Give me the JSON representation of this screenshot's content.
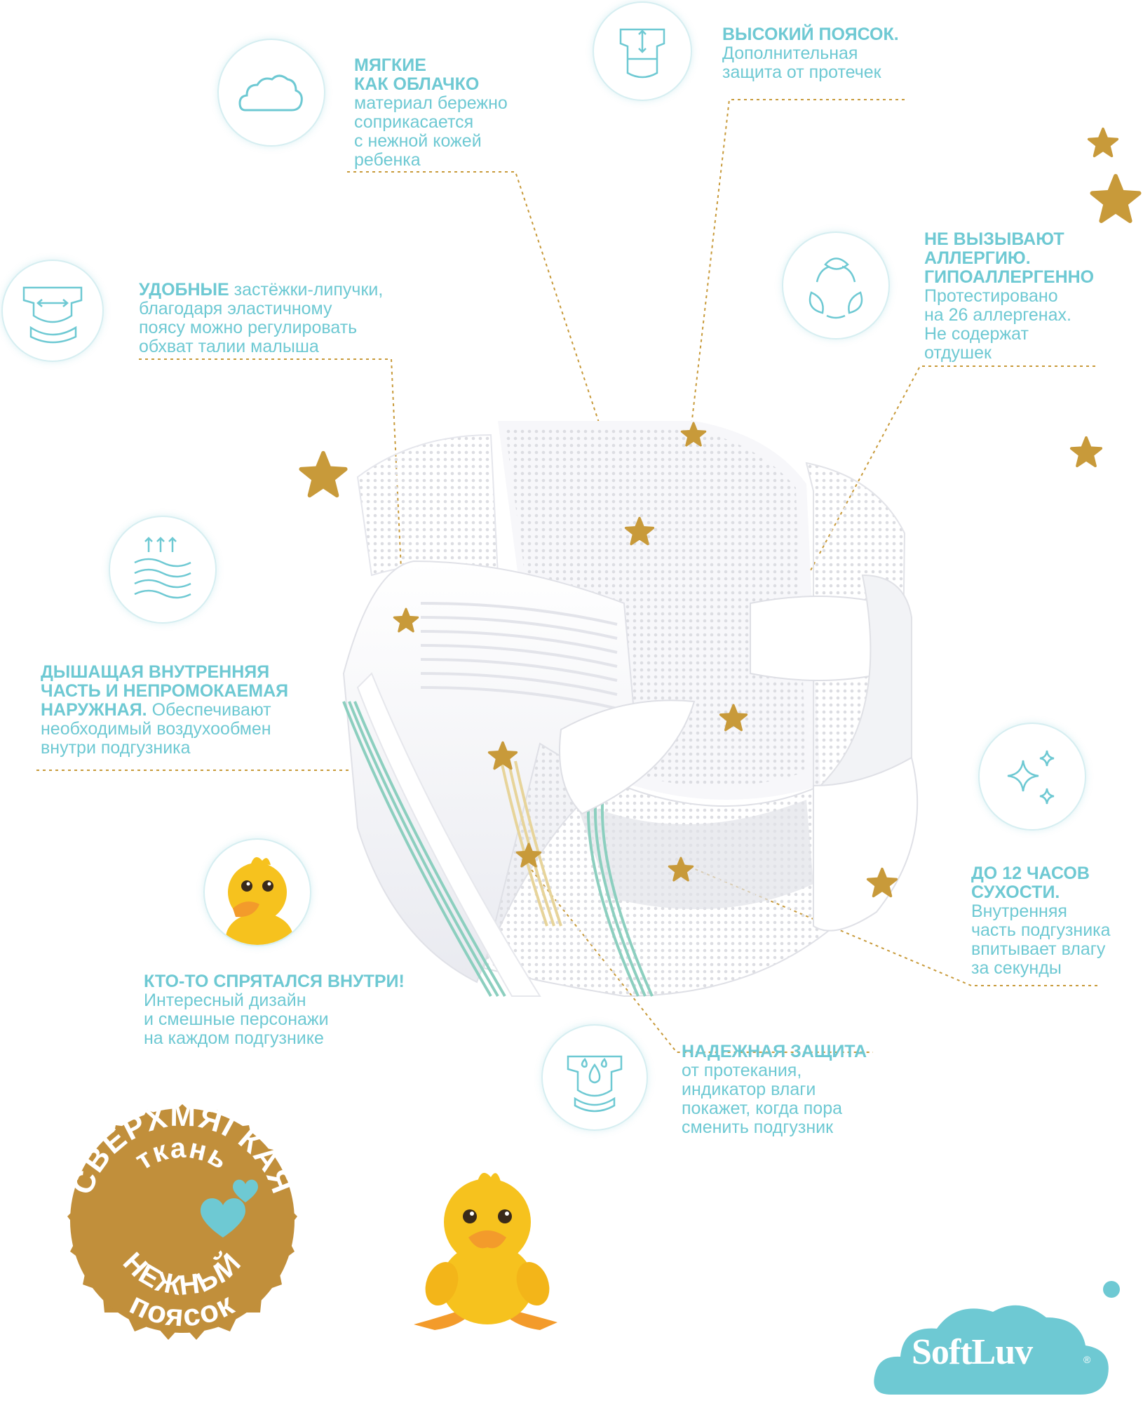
{
  "features": {
    "soft": {
      "title_line1": "МЯГКИЕ",
      "title_line2": "КАК ОБЛАЧКО",
      "desc": [
        "материал бережно",
        "соприкасается",
        "с нежной кожей",
        "ребенка"
      ]
    },
    "waist": {
      "title": "ВЫСОКИЙ ПОЯСОК.",
      "desc": [
        "Дополнительная",
        "защита от протечек"
      ]
    },
    "fasteners": {
      "title": "УДОБНЫЕ",
      "desc_first": " застёжки-липучки,",
      "desc": [
        "благодаря эластичному",
        "поясу можно регулировать",
        "обхват талии малыша"
      ]
    },
    "allergy": {
      "title": [
        "НЕ ВЫЗЫВАЮТ",
        "АЛЛЕРГИЮ.",
        "ГИПОАЛЛЕРГЕННО"
      ],
      "desc": [
        "Протестировано",
        "на 26 аллергенах.",
        "Не содержат",
        "отдушек"
      ]
    },
    "breathable": {
      "title": [
        "ДЫШАЩАЯ ВНУТРЕННЯЯ",
        "ЧАСТЬ И НЕПРОМОКАЕМАЯ"
      ],
      "title_last": "НАРУЖНАЯ.",
      "desc_first": " Обеспечивают",
      "desc": [
        "необходимый воздухообмен",
        "внутри подгузника"
      ]
    },
    "dryness": {
      "title": [
        "ДО 12 ЧАСОВ",
        "СУХОСТИ."
      ],
      "desc": [
        "Внутренняя",
        "часть подгузника",
        "впитывает влагу",
        "за секунды"
      ]
    },
    "hidden": {
      "title": "КТО-ТО СПРЯТАЛСЯ ВНУТРИ!",
      "desc": [
        "Интересный дизайн",
        "и смешные персонажи",
        "на каждом подгузнике"
      ]
    },
    "protection": {
      "title": "НАДЕЖНАЯ ЗАЩИТА",
      "desc": [
        "от протекания,",
        "индикатор влаги",
        "покажет, когда пора",
        "сменить подгузник"
      ]
    }
  },
  "badge": {
    "line1": "СВЕРХМЯГКАЯ",
    "line2": "ткань",
    "line3": "НЕЖНЫЙ",
    "line4": "поясок"
  },
  "logo": {
    "text": "SoftLuv",
    "mark": "®"
  },
  "icons": [
    "cloud-icon",
    "diaper-waist-icon",
    "diaper-fastener-icon",
    "leaf-cycle-icon",
    "breathable-layers-icon",
    "sparkle-icon",
    "duck-icon",
    "diaper-droplet-icon"
  ],
  "colors": {
    "teal": "#6ec9d3",
    "gold": "#c89a3a",
    "badge_gold": "#c18f3b",
    "heart": "#6ec9d3"
  }
}
